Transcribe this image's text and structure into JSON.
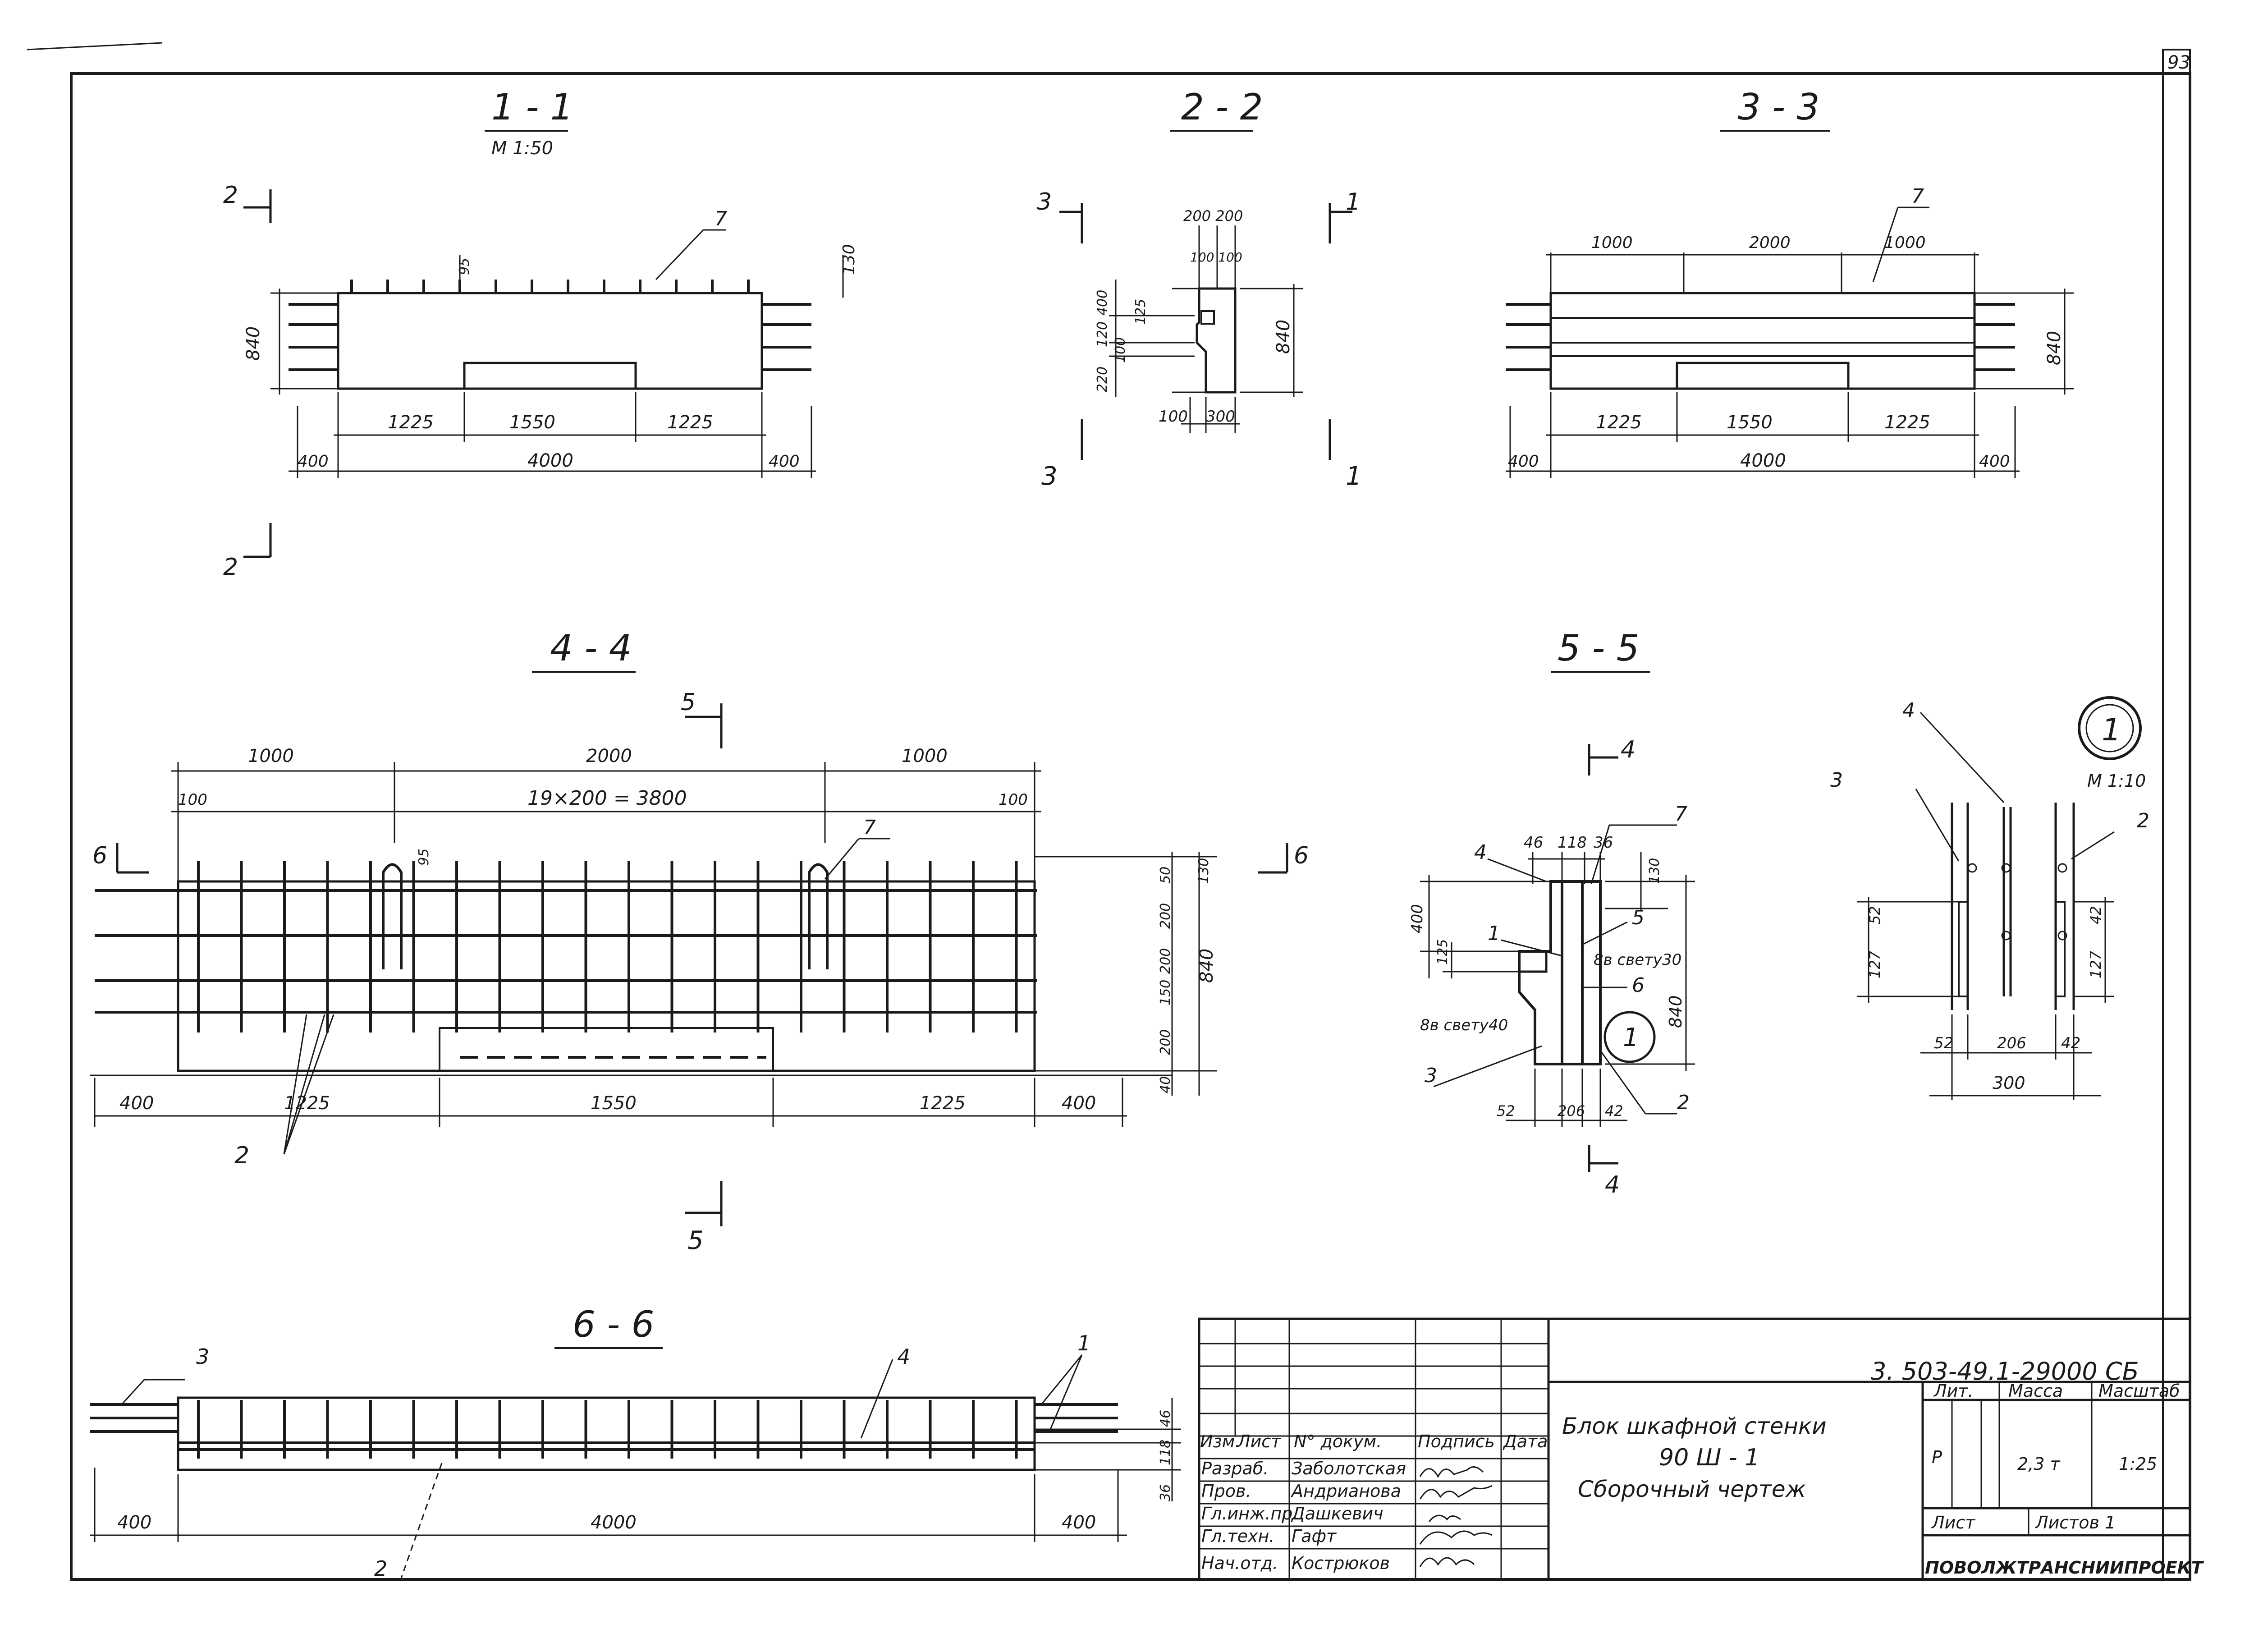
{
  "sheet_number": "93",
  "sections": {
    "s11": {
      "title": "1 - 1",
      "scale": "М 1:50",
      "dim_h": "840",
      "dim_95": "95",
      "dim_130": "130",
      "bottom": [
        "1225",
        "1550",
        "1225"
      ],
      "total": "4000",
      "overhang": "400",
      "marker": "2",
      "leader": "7"
    },
    "s22": {
      "title": "2 - 2",
      "top_dims": "200 200",
      "top_dims2": "100 100",
      "left_dims": [
        "400",
        "125",
        "120",
        "100",
        "220"
      ],
      "dim_h": "840",
      "bottom": [
        "100",
        "300"
      ],
      "marker_left": "3",
      "marker_right": "1"
    },
    "s33": {
      "title": "3 - 3",
      "top": [
        "1000",
        "2000",
        "1000"
      ],
      "dim_h": "840",
      "bottom": [
        "1225",
        "1550",
        "1225"
      ],
      "total": "4000",
      "overhang": "400",
      "leader": "7"
    },
    "s44": {
      "title": "4 - 4",
      "top": [
        "1000",
        "2000",
        "1000"
      ],
      "pitch": "19×200 = 3800",
      "edge": "100",
      "dim_95": "95",
      "right_dims": [
        "50",
        "130",
        "200",
        "200",
        "150",
        "200",
        "40"
      ],
      "dim_h": "840",
      "bottom": [
        "400",
        "1225",
        "1550",
        "1225",
        "400"
      ],
      "marker_cut": "5",
      "marker_side": "6",
      "leader_2": "2",
      "leader_7": "7"
    },
    "s55": {
      "title": "5 - 5",
      "top_dims": [
        "46",
        "118",
        "36"
      ],
      "left_dims": [
        "400",
        "125"
      ],
      "right_dims": [
        "130",
        "840"
      ],
      "note_a": "8в свету30",
      "note_b": "8в свету40",
      "bottom": [
        "52",
        "206",
        "42"
      ],
      "marker": "4",
      "leaders": [
        "4",
        "7",
        "1",
        "5",
        "6",
        "3",
        "2"
      ],
      "node": "1"
    },
    "n1": {
      "node": "1",
      "scale": "М 1:10",
      "leaders": [
        "4",
        "3",
        "2"
      ],
      "left_dims": [
        "52",
        "127"
      ],
      "right_dims": [
        "42",
        "127"
      ],
      "bottom": [
        "52",
        "206",
        "42"
      ],
      "total": "300"
    },
    "s66": {
      "title": "6 - 6",
      "leaders": [
        "3",
        "4",
        "1",
        "2"
      ],
      "right_dims": [
        "46",
        "118",
        "36"
      ],
      "bottom": [
        "400",
        "4000",
        "400"
      ]
    }
  },
  "title_block": {
    "code": "3. 503-49.1-29000 СБ",
    "name_line1": "Блок шкафной стенки",
    "name_line2": "90 Ш - 1",
    "name_line3": "Сборочный чертеж",
    "col_headers": [
      "Изм.",
      "Лист",
      "N° докум.",
      "Подпись",
      "Дата"
    ],
    "roles": [
      {
        "role": "Разраб.",
        "name": "Заболотская"
      },
      {
        "role": "Пров.",
        "name": "Андрианова"
      },
      {
        "role": "Гл.инж.пр.",
        "name": "Дашкевич"
      },
      {
        "role": "Гл.техн.",
        "name": "Гафт"
      },
      {
        "role": "Нач.отд.",
        "name": "Кострюков"
      }
    ],
    "lit_label": "Лит.",
    "mass_label": "Масса",
    "scale_label": "Масштаб",
    "lit_value": "Р",
    "mass_value": "2,3 т",
    "scale_value": "1:25",
    "sheet_label": "Лист",
    "sheets_label": "Листов 1",
    "org": "ПОВОЛЖТРАНСНИИПРОЕКТ"
  }
}
